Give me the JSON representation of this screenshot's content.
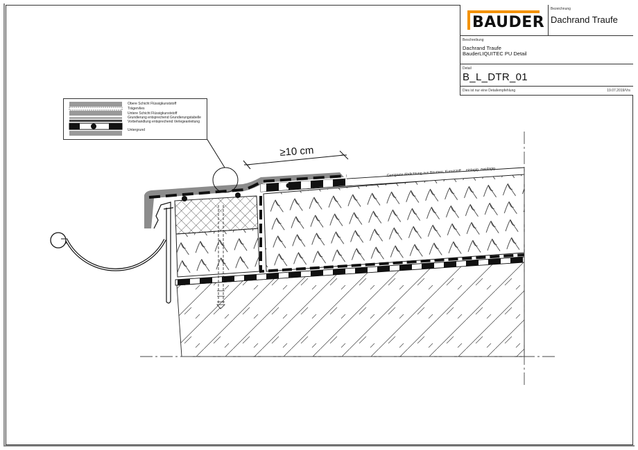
{
  "titleblock": {
    "brand": "BAUDER",
    "brand_color": "#f39200",
    "bezeichnung_label": "Bezeichnung",
    "bezeichnung_value": "Dachrand Traufe",
    "beschreibung_label": "Beschreibung",
    "beschreibung_line1": "Dachrand Traufe",
    "beschreibung_line2": "BauderLIQUITEC PU Detail",
    "detail_label": "Detail",
    "detail_value": "B_L_DTR_01",
    "footer_note": "Dies ist nur eine Detailempfehlung",
    "footer_date": "19.07.2019/Vrs"
  },
  "legend": {
    "items": [
      {
        "label": "Obere Schicht Flüssigkunststoff",
        "swatch": "gray-band"
      },
      {
        "label": "Trägervlies",
        "swatch": "dotted-band"
      },
      {
        "label": "Untere Schicht Flüssigkunststoff",
        "swatch": "gray-band"
      },
      {
        "label": "Grundierung entsprechend Grundierungstabelle",
        "swatch": "gray-thin"
      },
      {
        "label": "Vorbehandlung entsprechend Verlegeanleitung",
        "swatch": "dark-thin"
      },
      {
        "label": "",
        "swatch": "membrane-dash-dot"
      },
      {
        "label": "Untergrund",
        "swatch": "gray-band"
      }
    ]
  },
  "drawing": {
    "dimension_label": "≥10 cm",
    "membrane_label": "Geeignete Abdichtung aus Bitumen, Kunststoff ... einlagig, zweilagig",
    "colors": {
      "liquid_coating": "#8c8c8c",
      "line": "#111111",
      "hatch": "#333333"
    }
  }
}
